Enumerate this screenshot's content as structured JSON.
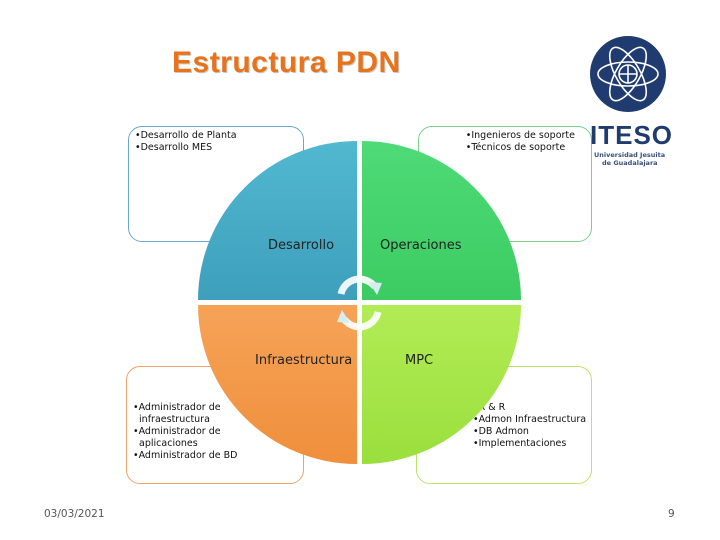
{
  "title": "Estructura PDN",
  "quadrants": {
    "desarrollo": {
      "label": "Desarrollo",
      "color": "#4aafc8"
    },
    "operaciones": {
      "label": "Operaciones",
      "color": "#44d36d"
    },
    "infraestructura": {
      "label": "Infraestructura",
      "color": "#f39a4a"
    },
    "mpc": {
      "label": "MPC",
      "color": "#a6e648"
    }
  },
  "boxes": {
    "top_left": {
      "items": [
        "•Desarrollo de Planta",
        "•Desarrollo MES"
      ]
    },
    "top_right": {
      "items": [
        "•Ingenieros de soporte",
        "•Técnicos de soporte"
      ]
    },
    "bottom_left": {
      "items": [
        "•Administrador de",
        "  infraestructura",
        "•Administrador de",
        "  aplicaciones",
        "•Administrador de BD"
      ]
    },
    "bottom_right": {
      "items": [
        "•R & R",
        "•Admon Infraestructura",
        "•DB Admon",
        "•Implementaciones"
      ]
    }
  },
  "logo": {
    "word": "ITESO",
    "subtitle_line1": "Universidad Jesuita",
    "subtitle_line2": "de Guadalajara",
    "color": "#1f3b6f"
  },
  "footer": {
    "date": "03/03/2021",
    "page": "9"
  }
}
